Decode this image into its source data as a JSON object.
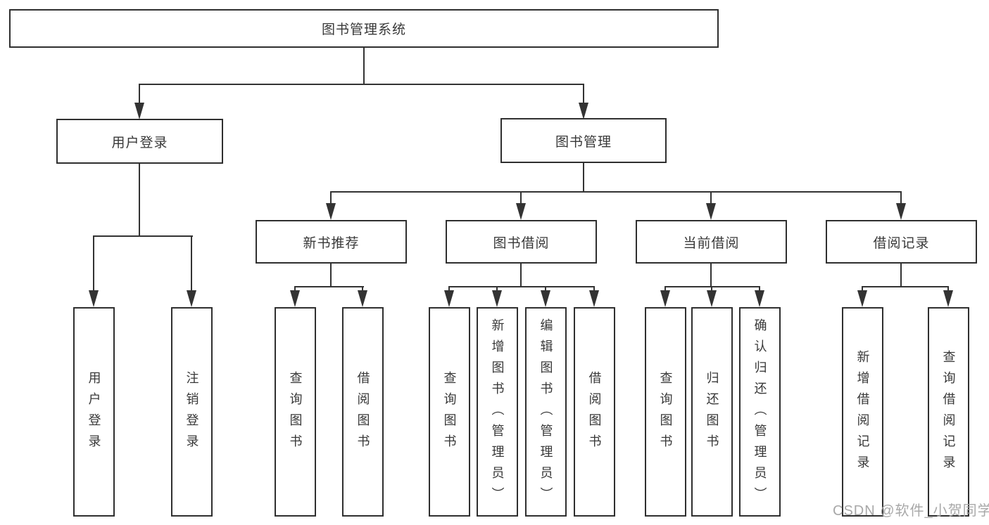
{
  "diagram": {
    "root": {
      "label": "图书管理系统"
    },
    "level2": [
      {
        "label": "用户登录"
      },
      {
        "label": "图书管理"
      }
    ],
    "level3": [
      {
        "label": "新书推荐"
      },
      {
        "label": "图书借阅"
      },
      {
        "label": "当前借阅"
      },
      {
        "label": "借阅记录"
      }
    ],
    "leaves": {
      "user_login": [
        "用户登录",
        "注销登录"
      ],
      "new_book_recommendation": [
        "查询图书",
        "借阅图书"
      ],
      "book_borrowing": [
        "查询图书",
        "新增图书（管理员）",
        "编辑图书（管理员）",
        "借阅图书"
      ],
      "current_borrowing": [
        "查询图书",
        "归还图书",
        "确认归还（管理员）"
      ],
      "borrowing_records": [
        "新增借阅记录",
        "查询借阅记录"
      ]
    },
    "watermark": "CSDN @软件_小贺同学",
    "colors": {
      "line": "#333333",
      "box_border": "#2f2f2f",
      "text": "#383838",
      "watermark": "#a8a8a8",
      "background": "#ffffff"
    }
  }
}
